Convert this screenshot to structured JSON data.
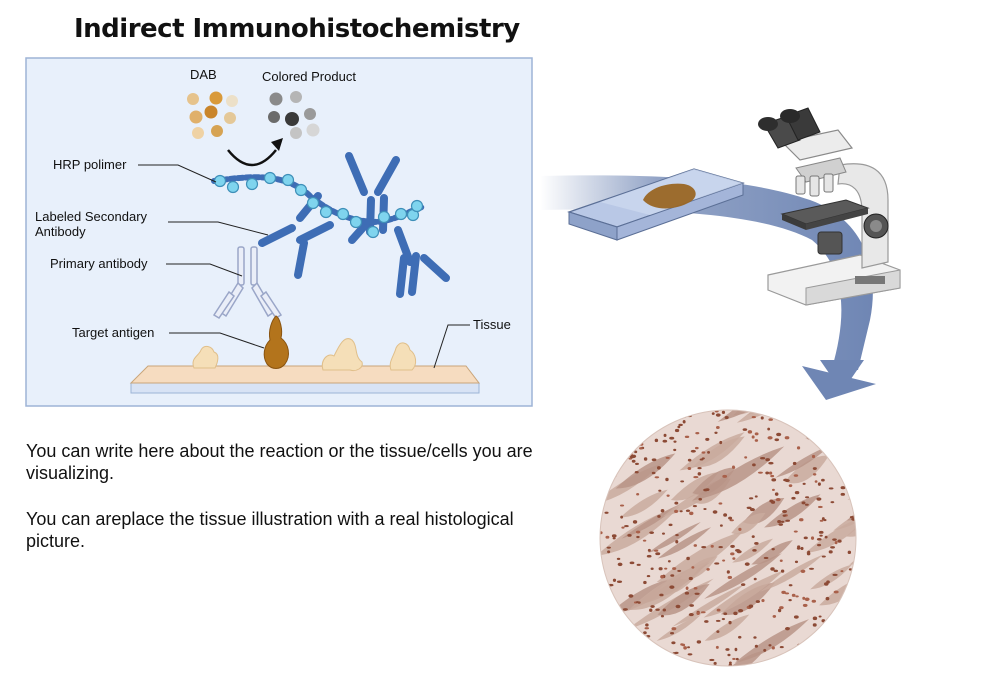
{
  "title": "Indirect Immunohistochemistry",
  "labels": {
    "dab": "DAB",
    "colored_product": "Colored Product",
    "hrp_polymer": "HRP polimer",
    "secondary_line1": "Labeled Secondary",
    "secondary_line2": "Antibody",
    "primary": "Primary antibody",
    "target": "Target antigen",
    "tissue": "Tissue"
  },
  "notes": {
    "paragraph1": "You can write here about the reaction or the tissue/cells you are visualizing.",
    "paragraph2": "You can areplace the tissue illustration with a real histological picture."
  },
  "colors": {
    "panel_bg": "#e8f0fb",
    "panel_border": "#9db4d6",
    "antibody_blue": "#3e6db5",
    "hrp_bead": "#7fd4ee",
    "dab_orange": "#d99a3a",
    "product_gray": "#555555",
    "target_brown": "#b3741c",
    "tissue_peach": "#f6dcc0",
    "arrow_slate": "#6f86b4"
  }
}
